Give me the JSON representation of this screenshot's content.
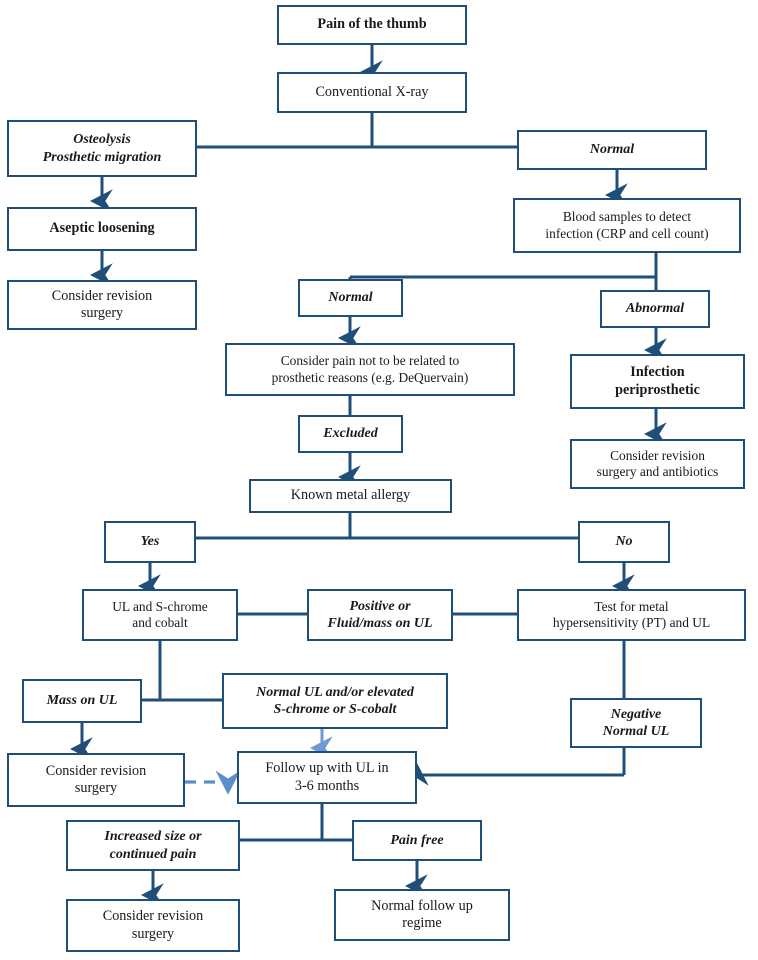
{
  "diagram": {
    "title": "Pain of the thumb diagnostic algorithm",
    "colors": {
      "box_border": "#1F4E79",
      "edge": "#1F4E79",
      "dashed_edge": "#5B8FC9",
      "light_edge": "#6B9BD2",
      "background": "#FFFFFF"
    }
  },
  "nodes": {
    "pain_of_thumb": {
      "label": "Pain of the thumb"
    },
    "conventional_xray": {
      "label": "Conventional X-ray"
    },
    "osteolysis": {
      "label": "Osteolysis\nProsthetic migration"
    },
    "xray_normal": {
      "label": "Normal"
    },
    "aseptic_loosening": {
      "label": "Aseptic loosening"
    },
    "consider_revision_1": {
      "label": "Consider revision\nsurgery"
    },
    "blood_samples": {
      "label": "Blood samples to detect\ninfection (CRP and cell count)"
    },
    "blood_normal": {
      "label": "Normal"
    },
    "blood_abnormal": {
      "label": "Abnormal"
    },
    "consider_pain_unrelated": {
      "label": "Consider pain not to be related to\nprosthetic reasons (e.g. DeQuervain)"
    },
    "infection_periprosthetic": {
      "label": "Infection\nperiprosthetic"
    },
    "excluded": {
      "label": "Excluded"
    },
    "consider_revision_abx": {
      "label": "Consider revision\nsurgery and antibiotics"
    },
    "known_metal_allergy": {
      "label": "Known metal allergy"
    },
    "allergy_yes": {
      "label": "Yes"
    },
    "allergy_no": {
      "label": "No"
    },
    "ul_s_chrome_cobalt": {
      "label": "UL and S-chrome\nand cobalt"
    },
    "positive_fluid_mass": {
      "label": "Positive or\nFluid/mass on UL"
    },
    "test_metal_hypersens": {
      "label": "Test for metal\nhypersensitivity (PT) and UL"
    },
    "mass_on_ul": {
      "label": "Mass on UL"
    },
    "normal_ul_elevated": {
      "label": "Normal UL and/or elevated\nS-chrome or S-cobalt"
    },
    "negative_normal_ul": {
      "label": "Negative\nNormal UL"
    },
    "consider_revision_2": {
      "label": "Consider revision\nsurgery"
    },
    "follow_up_ul": {
      "label": "Follow up with UL in\n3-6 months"
    },
    "increased_size": {
      "label": "Increased size or\ncontinued pain"
    },
    "pain_free": {
      "label": "Pain free"
    },
    "consider_revision_3": {
      "label": "Consider revision\nsurgery"
    },
    "normal_follow_up": {
      "label": "Normal follow up\nregime"
    }
  },
  "chart_data": {
    "type": "diagram",
    "title": "Pain of the thumb diagnostic algorithm",
    "edges": [
      {
        "from": "pain_of_thumb",
        "to": "conventional_xray",
        "style": "solid-arrow"
      },
      {
        "from": "conventional_xray",
        "to": "osteolysis",
        "style": "solid-elbow"
      },
      {
        "from": "conventional_xray",
        "to": "xray_normal",
        "style": "solid-elbow"
      },
      {
        "from": "osteolysis",
        "to": "aseptic_loosening",
        "style": "solid-arrow"
      },
      {
        "from": "aseptic_loosening",
        "to": "consider_revision_1",
        "style": "solid-arrow"
      },
      {
        "from": "xray_normal",
        "to": "blood_samples",
        "style": "solid-arrow"
      },
      {
        "from": "blood_samples",
        "to": "blood_normal",
        "style": "solid-elbow"
      },
      {
        "from": "blood_samples",
        "to": "blood_abnormal",
        "style": "solid-elbow"
      },
      {
        "from": "blood_normal",
        "to": "consider_pain_unrelated",
        "style": "solid-arrow"
      },
      {
        "from": "blood_abnormal",
        "to": "infection_periprosthetic",
        "style": "solid-arrow"
      },
      {
        "from": "infection_periprosthetic",
        "to": "consider_revision_abx",
        "style": "solid-arrow"
      },
      {
        "from": "consider_pain_unrelated",
        "to": "excluded",
        "style": "solid-line"
      },
      {
        "from": "excluded",
        "to": "known_metal_allergy",
        "style": "solid-arrow"
      },
      {
        "from": "known_metal_allergy",
        "to": "allergy_yes",
        "style": "solid-elbow"
      },
      {
        "from": "known_metal_allergy",
        "to": "allergy_no",
        "style": "solid-elbow"
      },
      {
        "from": "allergy_yes",
        "to": "ul_s_chrome_cobalt",
        "style": "solid-arrow"
      },
      {
        "from": "allergy_no",
        "to": "test_metal_hypersens",
        "style": "solid-arrow"
      },
      {
        "from": "test_metal_hypersens",
        "to": "positive_fluid_mass",
        "style": "solid-line"
      },
      {
        "from": "positive_fluid_mass",
        "to": "ul_s_chrome_cobalt",
        "style": "solid-line"
      },
      {
        "from": "ul_s_chrome_cobalt",
        "to": "mass_on_ul",
        "style": "solid-elbow"
      },
      {
        "from": "ul_s_chrome_cobalt",
        "to": "normal_ul_elevated",
        "style": "solid-elbow"
      },
      {
        "from": "mass_on_ul",
        "to": "consider_revision_2",
        "style": "solid-arrow"
      },
      {
        "from": "normal_ul_elevated",
        "to": "follow_up_ul",
        "style": "light-arrow"
      },
      {
        "from": "consider_revision_2",
        "to": "follow_up_ul",
        "style": "dashed-arrow"
      },
      {
        "from": "test_metal_hypersens",
        "to": "negative_normal_ul",
        "style": "solid-line"
      },
      {
        "from": "negative_normal_ul",
        "to": "follow_up_ul",
        "style": "solid-arrow"
      },
      {
        "from": "follow_up_ul",
        "to": "increased_size",
        "style": "solid-elbow"
      },
      {
        "from": "follow_up_ul",
        "to": "pain_free",
        "style": "solid-elbow"
      },
      {
        "from": "increased_size",
        "to": "consider_revision_3",
        "style": "solid-arrow"
      },
      {
        "from": "pain_free",
        "to": "normal_follow_up",
        "style": "solid-arrow"
      }
    ]
  }
}
